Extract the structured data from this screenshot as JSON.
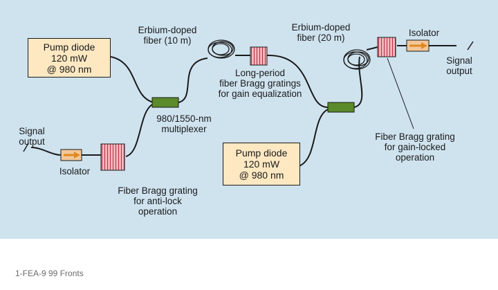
{
  "diagram": {
    "pump_diode_left": [
      "Pump diode",
      "120 mW",
      "@ 980 nm"
    ],
    "pump_diode_bottom": [
      "Pump diode",
      "120 mW",
      "@ 980 nm"
    ],
    "edf_left": [
      "Erbium-doped",
      "fiber (10 m)"
    ],
    "edf_right": [
      "Erbium-doped",
      "fiber (20 m)"
    ],
    "long_period": [
      "Long-period",
      "fiber Bragg gratings",
      "for gain equalization"
    ],
    "multiplexer": [
      "980/1550-nm",
      "multiplexer"
    ],
    "isolator_right": "Isolator",
    "isolator_left": "Isolator",
    "signal_output_right": [
      "Signal",
      "output"
    ],
    "signal_output_left": [
      "Signal",
      "output"
    ],
    "fbg_gain_locked": [
      "Fiber Bragg grating",
      "for gain-locked",
      "operation"
    ],
    "fbg_anti_lock": [
      "Fiber Bragg grating",
      "for anti-lock",
      "operation"
    ]
  },
  "caption": "1-FEA-9 99 Fronts",
  "colors": {
    "background": "#cfe3ef",
    "pump_box": "#fde8c2",
    "grating": "#f4b6bc",
    "multiplexer": "#5b8a2a",
    "isolator": "#f3c79a",
    "arrow": "#e08a1e"
  }
}
